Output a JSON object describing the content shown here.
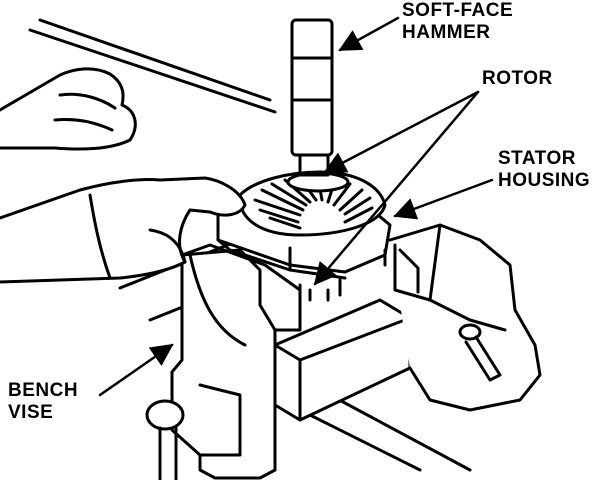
{
  "labels": {
    "hammer": [
      "SOFT-FACE",
      "HAMMER"
    ],
    "rotor": "ROTOR",
    "stator": [
      "STATOR",
      "HOUSING"
    ],
    "vise": [
      "BENCH",
      "VISE"
    ]
  },
  "colors": {
    "ink": "#000000",
    "paper": "#ffffff"
  }
}
